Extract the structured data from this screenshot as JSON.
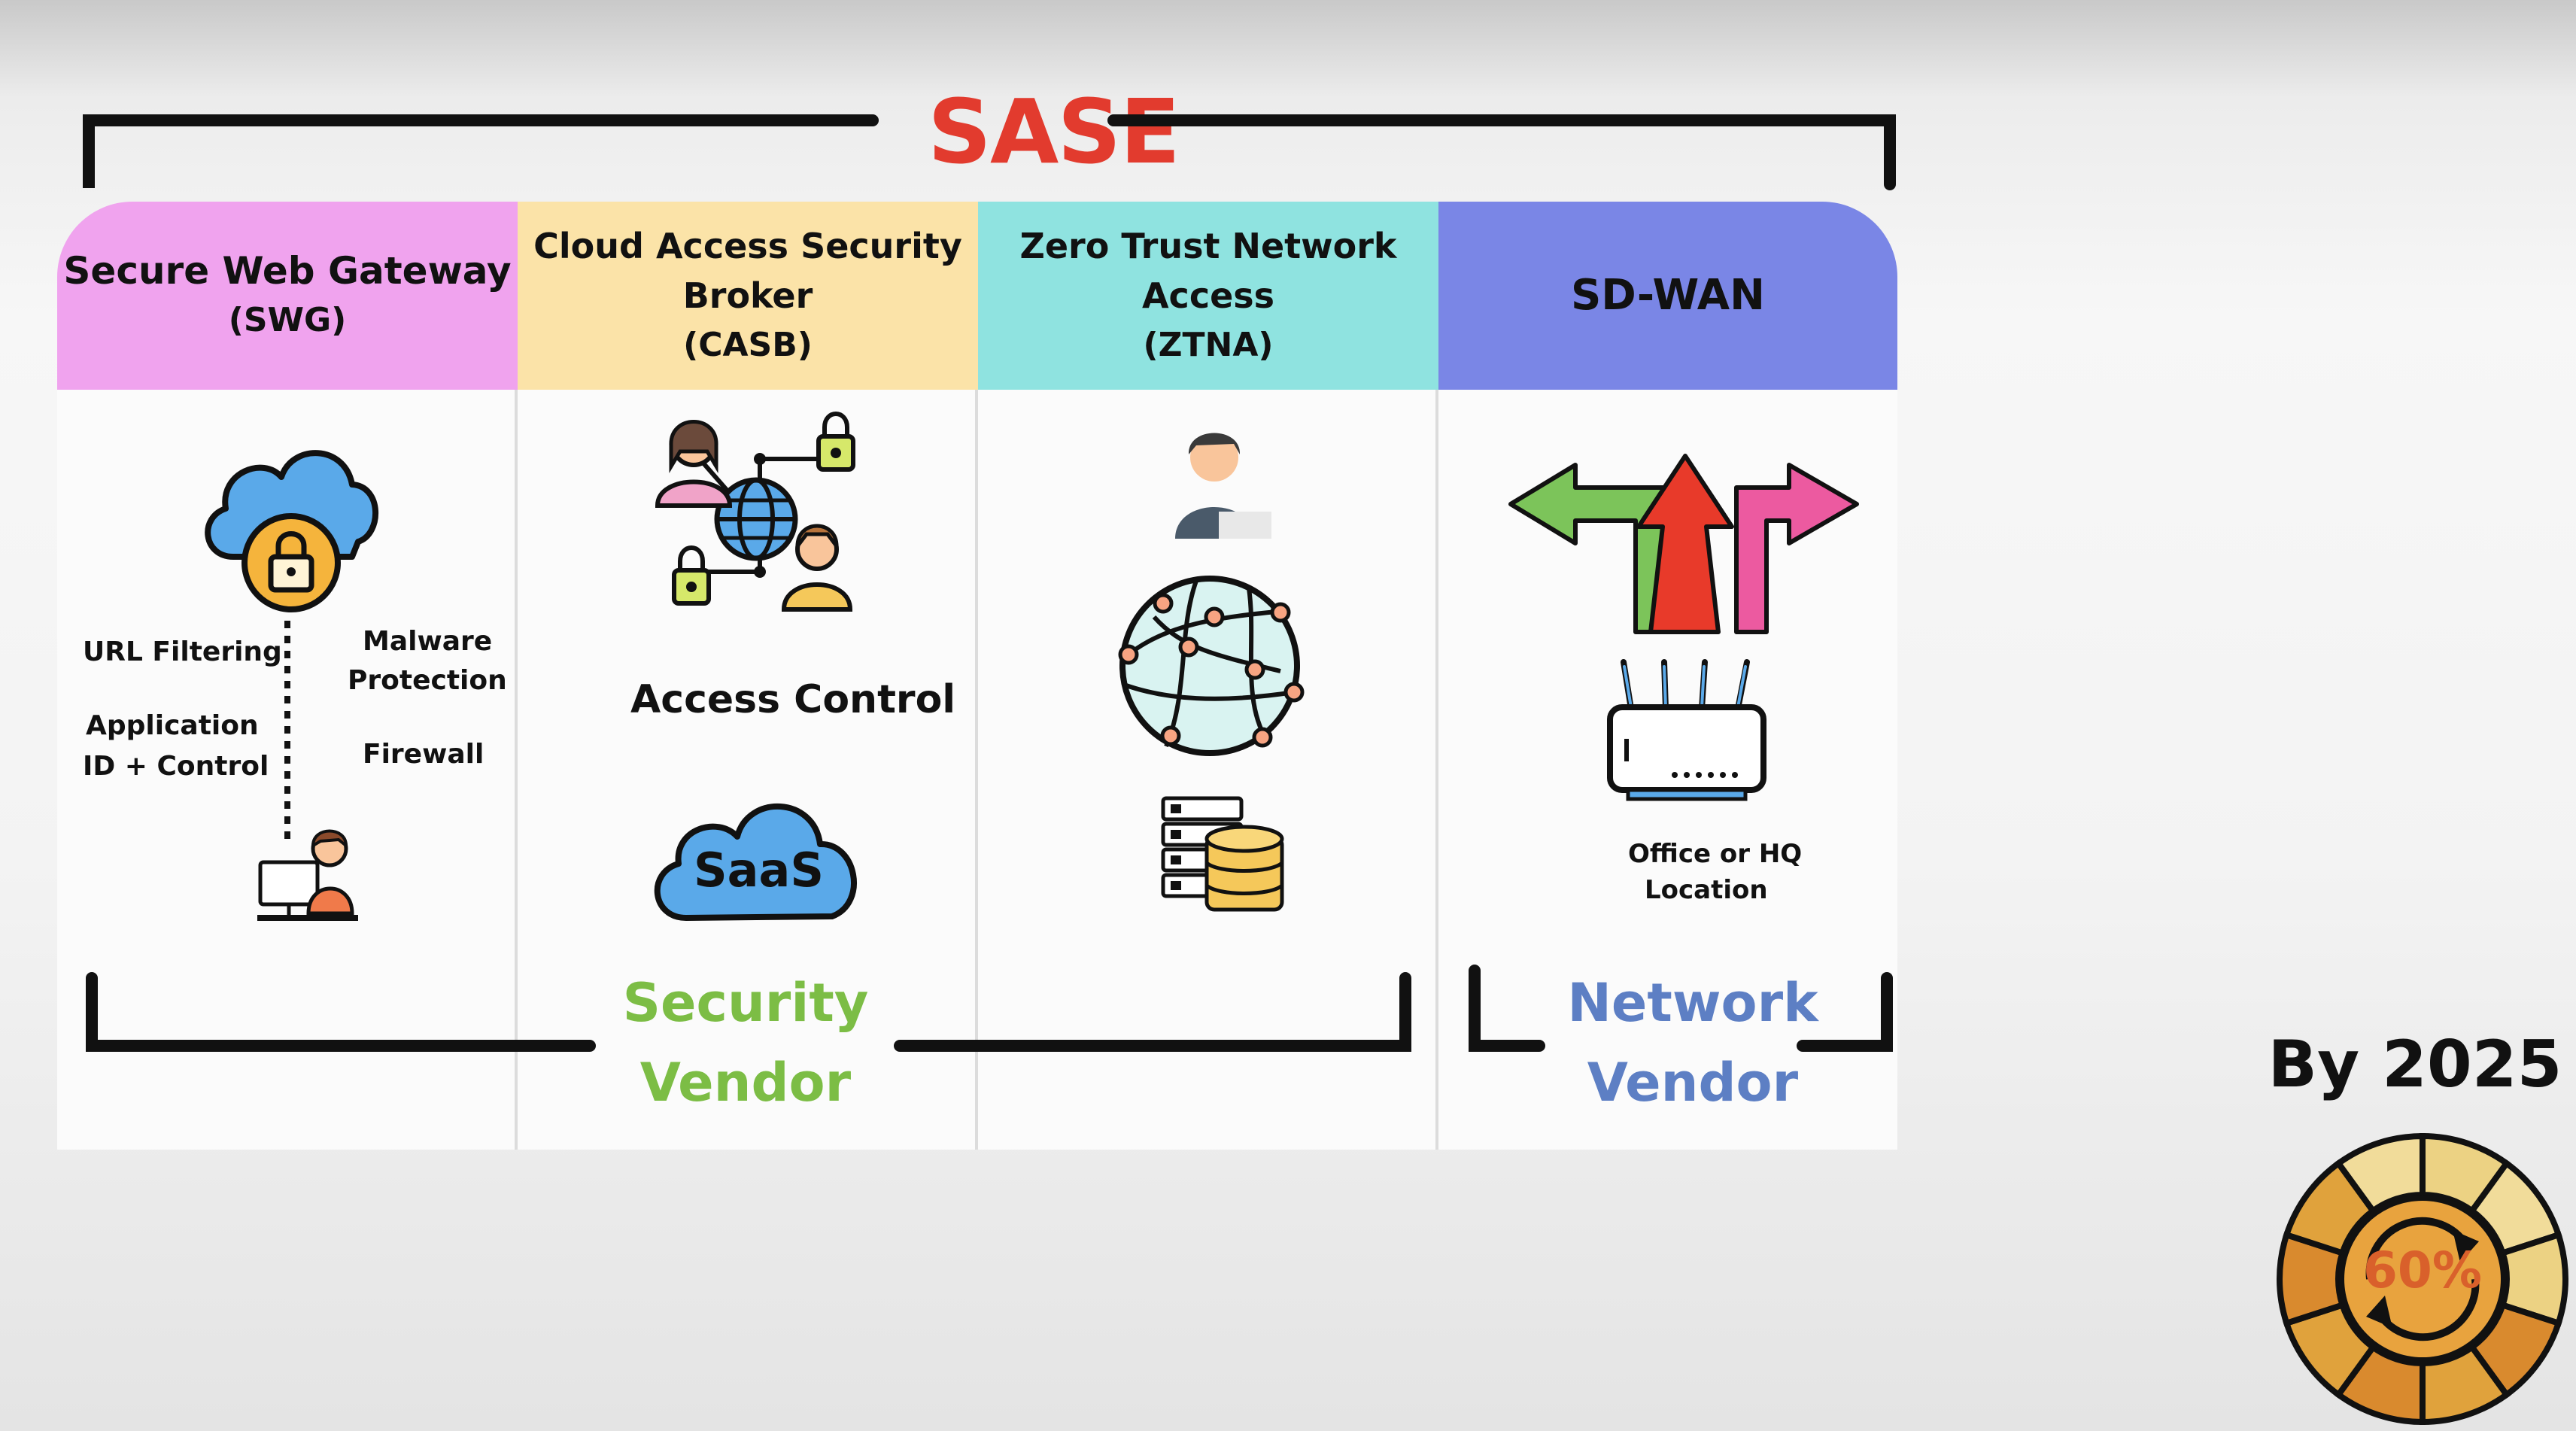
{
  "title": "SASE",
  "columns": [
    {
      "title": "Secure Web Gateway",
      "abbr": "(SWG)",
      "color": "#f0a3ee"
    },
    {
      "title": "Cloud Access Security Broker",
      "abbr": "(CASB)",
      "color": "#fbe3a8"
    },
    {
      "title": "Zero Trust Network Access",
      "abbr": "(ZTNA)",
      "color": "#8fe3e0"
    },
    {
      "title": "SD-WAN",
      "abbr": "",
      "color": "#7a86e6"
    }
  ],
  "swg": {
    "url_filtering": "URL Filtering",
    "malware_line1": "Malware",
    "malware_line2": "Protection",
    "appid_line1": "Application",
    "appid_line2": "ID + Control",
    "firewall": "Firewall"
  },
  "casb": {
    "access_control": "Access Control",
    "saas": "SaaS"
  },
  "sdwan": {
    "location_line1": "Office or HQ",
    "location_line2": "Location"
  },
  "vendors": {
    "security_line1": "Security",
    "security_line2": "Vendor",
    "security_color": "#7cbd45",
    "network_line1": "Network",
    "network_line2": "Vendor",
    "network_color": "#5d7fc4"
  },
  "stat": {
    "heading": "By 2025",
    "value": "60%",
    "fraction": 0.6
  },
  "icons": [
    "cloud-lock-icon",
    "user-computer-icon",
    "people-network-icon",
    "saas-cloud-icon",
    "user-icon",
    "globe-network-icon",
    "server-database-icon",
    "direction-arrows-icon",
    "router-icon",
    "cycle-icon"
  ]
}
